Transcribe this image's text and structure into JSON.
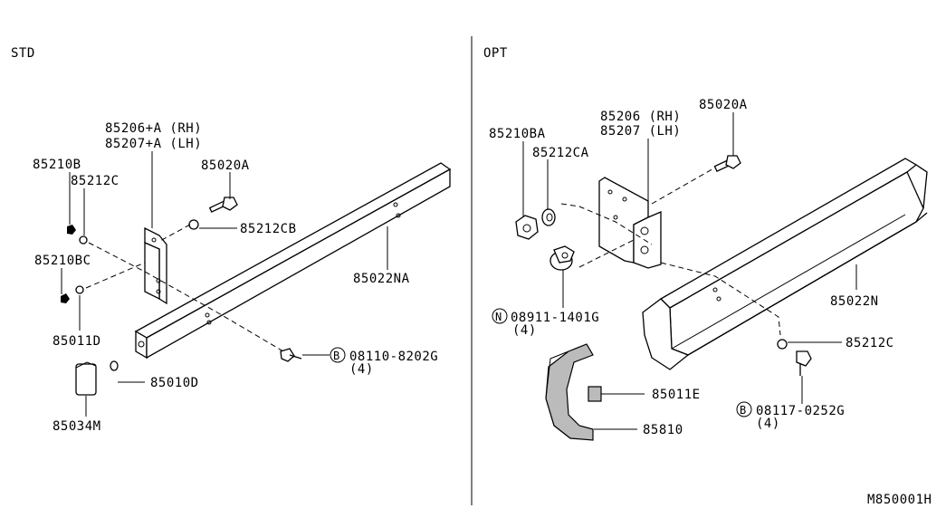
{
  "sections": {
    "std_label": "STD",
    "opt_label": "OPT"
  },
  "std": {
    "bracket_rh": "85206+A (RH)",
    "bracket_lh": "85207+A (LH)",
    "nut_a": "85210B",
    "washer_a": "85212C",
    "bolt": "85020A",
    "washer_b": "85212CB",
    "nut_b": "85210BC",
    "step_rail": "85022NA",
    "washer_c": "85011D",
    "bolt_b_symbol": "B",
    "bolt_b": "08110-8202G",
    "bolt_b_qty": "(4)",
    "washer_d": "85010D",
    "end_cap": "85034M"
  },
  "opt": {
    "nut_a": "85210BA",
    "washer_a": "85212CA",
    "bracket_rh": "85206 (RH)",
    "bracket_lh": "85207 (LH)",
    "bolt": "85020A",
    "step_rail": "85022N",
    "nut_n_symbol": "N",
    "nut_n": "08911-1401G",
    "nut_n_qty": "(4)",
    "washer_b": "85212C",
    "bolt_b_symbol": "B",
    "bolt_b": "08117-0252G",
    "bolt_b_qty": "(4)",
    "end_cap": "85011E",
    "step_pad": "85810"
  },
  "diagram_code": "M850001H"
}
